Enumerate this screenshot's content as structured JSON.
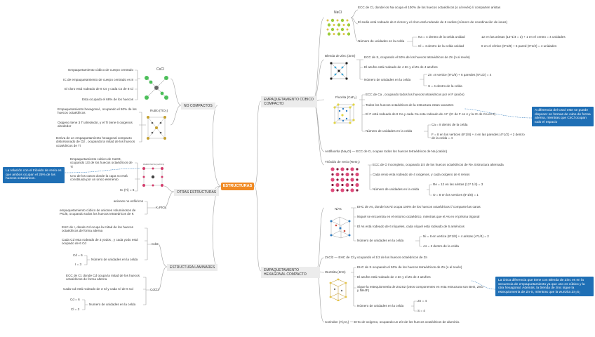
{
  "center": "ESTRUCTURAS",
  "branches": {
    "cubico": "EMPAQUETAMIENTO CÚBICO COMPACTO",
    "hexagonal": "EMPAQUETAMIENTO HEXAGONAL COMPACTO",
    "no_compactos": "NO COMPACTOS",
    "otras": "OTRAS ESTRUCTURAS",
    "laminares": "ESTRUCTURA LAMINARES"
  },
  "nacl": {
    "title": "NaCl",
    "l1": "ECC de Cl, donde los Na ocupa el 100% de los huecos octaédricos (o al revés) // comparten aristas",
    "l2": "El sodio está rodeado de 6 cloros y el cloro está rodeado de 6 sodios (número de coordinación de iones)",
    "l3": "Número de unidades en la celda",
    "na": "Na = 4 dentro de la celda unidad",
    "na_r": "12 en las aristas (12*1/4 = 3) + 1 en el centro = 4 unidades",
    "cl": "Cl = 4 dentro de la celda unidad",
    "cl_r": "8 en el vértice (8*1/8) + 6 pared (6*1/2) = 4 unidades"
  },
  "zns": {
    "title": "Blenda de Zinc (ZnS)",
    "l1": "ECC de S, ocupando el 50% de los huecos tetraédricos de Zn (o al revés)",
    "l2": "El azufre está rodeado de 4 Zn y el Zn de 4 azufres",
    "l3": "Número de unidades en la celda",
    "zn": "Zn =8 vertice (8*1/8) + 6 paredes (6*1/2) = 4",
    "s": "S = 4 dentro de la celda"
  },
  "caf2": {
    "title": "Fluorita (CaF₂)",
    "l1": "ECC de Ca , ocupando todos los huecos tetraédricos  por el F (anión)",
    "l2": "Todos los huecos octaédricos de la estructura estan vacantes",
    "l3": "El F está rodeado de 8 Ca y cada Ca esta rodeado de 4 F (IC de F es 4 y la IC de Ca es 8)",
    "l4": "Número de unidades en la celda",
    "ca": "Ca = 8 dentro de la celda",
    "f": "F = 8 en los vertices (8*1/8) + 4 en las paredes (4*1/2) + 2 dentro de la celda = 4"
  },
  "antifluorita": "Antifluorita (Na₂O)  —  ECC de O, ocupan todos los huecos tetraédricos de Na (catión)",
  "reo3": {
    "title": "Trióxido de renio (ReO₃)",
    "l1": "ECC de O incompleto, ocupando 1/4 de los huecos octaédricos de Re. Estructura alternada",
    "l2": "Cada renio esta rodeado de 4 oxígenos, y cada oxígeno de 6 renios",
    "l3": "Número de unidades en la celda",
    "re": "Re = 12 en las aristas (12* 1/4) = 3",
    "o": "O = 8 en los vertices (8*1/8) = 1"
  },
  "nias": {
    "title": "NiAs",
    "l1": "EHC de As, donde los Ni ocupa 100% de los huecos octaédricos // comparte las caras",
    "l2": "Niquel se encuentra en el entorno octaédrico, mientras que el As en el prisma trigonal",
    "l3": "El As está rodeado de 6 níqueles, cada níquel está rodeado de 6 arsénicos",
    "l4": "Número de unidades en la celda",
    "ni": "Ni =  8 en vertice (8*1/8) + 4 aristas (4*1/4) = 2",
    "as": "As = 2 dentro de la celda"
  },
  "zncl": "ZnCl2  —  EHC de Cl y ocupando el 1/3 de los huecos octaédricos de Zn",
  "wurtzita": {
    "title": "Wurtzita (ZnS)",
    "l1": "EHC de S ocupando el 50% de los huecos tetraédricos de Zn (o al revés)",
    "l2": "El azufre está rodeado de 4 Zn y el Zn de 4 azufres",
    "l3": "Sigue la estequiometria de Zn2S2 (otros componentes en esta estructura son BeO, ZnO y NH4F)",
    "l4": "Número de unidades en la celda",
    "zn": "Zn = 4",
    "s": "S = 4"
  },
  "corindon": "Corindon (Al₂O₃)  —  EHC de oxígeno, ocupando un 2/3 de los huecos octaédricos de aluminio.",
  "cscl": {
    "title": "CsCl",
    "l1": "Empaquetamiento cúbico de cuerpo centrado",
    "l2": "IC de empaquetamiento de cuerpo centrado es 8",
    "l3": "El cloro está rodeado de 8 Cs y cada Cs de 8 Cl",
    "l4": "Esta ocupado el 68% de los huecos"
  },
  "tio2": {
    "title": "Rutilo (TiO₂)",
    "l1": "Empaquetamiento hexagonal , ocupando el 50% de los huecos octaédricos",
    "l2": "Oxigeno tiene 3 Ti alrededor, y el Ti tiene 6 oxigenos alrededor",
    "l3": "Deriva de un empaquetamiento hexagonal compacto distorsionado de O2 , ocupando la mitad de los huecos octaédricos de Ti"
  },
  "cao3": {
    "l1": "Empaquetamiento cubico de CaO3, ocupando 1/3 de los huecos octaédricos de Ti",
    "l2": "Uno de los casos donde la capa no está constituida por un único elemento",
    "ic": "IC (Ti) = 6",
    "pic_caption": "PEROVSKITA (CaTiO3)"
  },
  "kptcl": {
    "title": "K₂PtCl₆",
    "l1": "aniones no esféricos",
    "l2": "empaquetamiento cúbico de aniones voluminosos de PtCl6, ocupando todos los huecos tetraedricos de K"
  },
  "cdi2": {
    "title": "CdI2",
    "l1": "EHC de I, donde Cd ocupa la mitad de los huecos octaédricos de forma alterna",
    "l2": "Cada Cd esta rodeado de 3 yodos , y cada yodo está ocupado de 6 Cd",
    "l3": "Número de unidades en la celda",
    "cd": "Cd = 6",
    "i": "I = 3"
  },
  "cdcl2": {
    "title": "CdCl2",
    "l1": "ECC de Cl, donde Cd ocupa la mitad de los huecos octaédricos de forma alterna",
    "l2": "Cada Cd está rodeado de 3 Cl y cada Cl de 6 Cd",
    "l3": "Numero de unidades en la celda",
    "cd": "Cd = 6",
    "cl": "Cl = 3"
  },
  "notes": {
    "left": "La relación con el trióxido de renio es que ambos ocupan el 25% de los huecos octaédricos.",
    "right_top": "A diferencia del CsCl este se puede disponer en formas de cubo de forma alterna, mientras que CsCl ocupan todo el espacio",
    "right_bottom": "La única diferencia que tiene con Blenda de Zinc es en la secuencia de empaquetamiento ya que uno es cúbico y la otra hexagonal. Además, la blenda de zinc sigue la estequiometria de Zn-S, mientras que la wurtzita Zn₂S₂"
  },
  "colors": {
    "accent": "#f08a24",
    "note": "#1f6fb5",
    "line": "#9a9a9a"
  }
}
